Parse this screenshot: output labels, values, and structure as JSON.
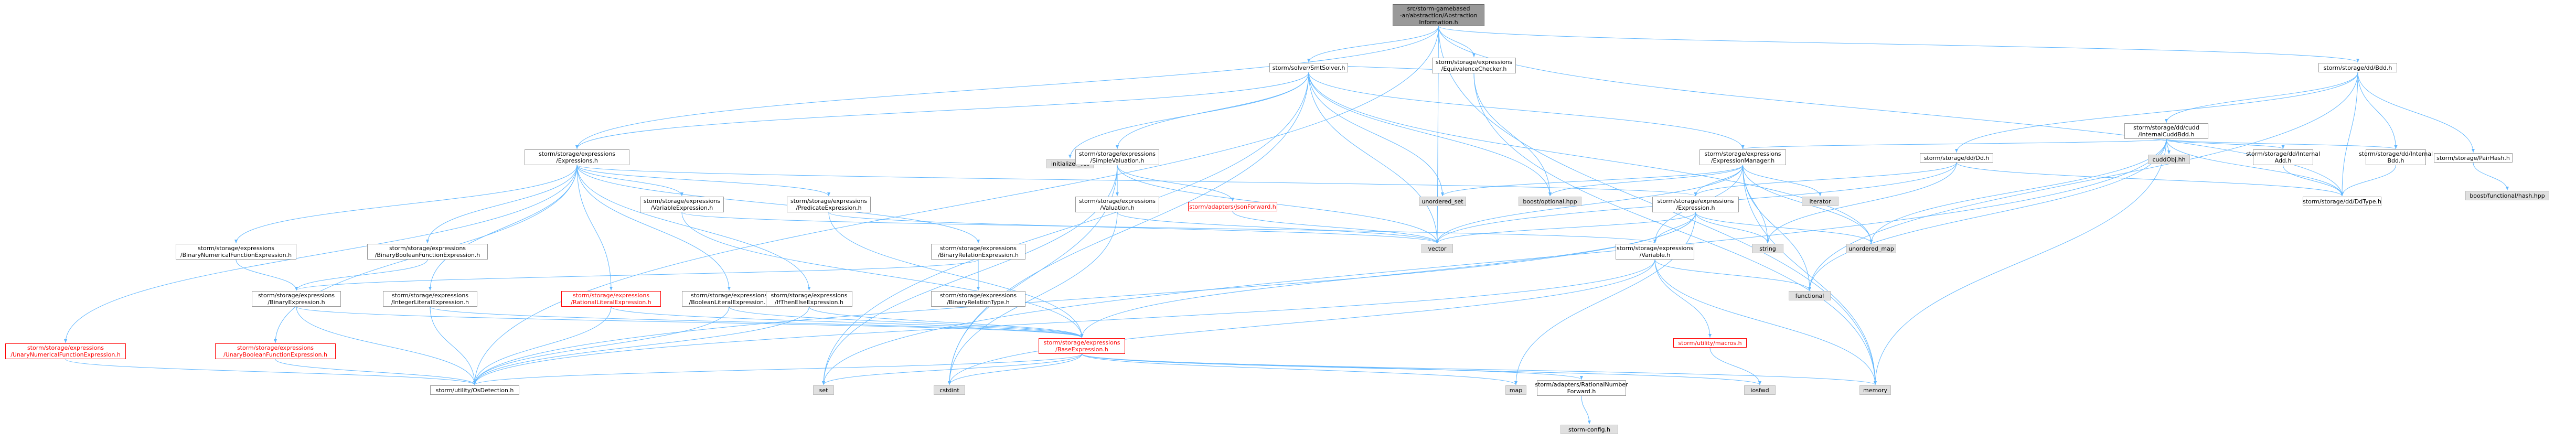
{
  "colors": {
    "edge": "#63b8ff",
    "node_border": "#999999",
    "ext_fill": "#e0e0e0",
    "root_fill": "#999999",
    "red_text": "#ff0000"
  },
  "nodes": [
    {
      "id": "root",
      "label": [
        "src/storm-gamebased",
        "-ar/abstraction/Abstraction",
        "Information.h"
      ],
      "kind": "root"
    },
    {
      "id": "equiv",
      "label": [
        "storm/storage/expressions",
        "/EquivalenceChecker.h"
      ],
      "kind": "doc"
    },
    {
      "id": "smt",
      "label": [
        "storm/solver/SmtSolver.h"
      ],
      "kind": "doc"
    },
    {
      "id": "ddbdd",
      "label": [
        "storm/storage/dd/Bdd.h"
      ],
      "kind": "doc"
    },
    {
      "id": "exprs",
      "label": [
        "storm/storage/expressions",
        "/Expressions.h"
      ],
      "kind": "doc"
    },
    {
      "id": "initlist",
      "label": [
        "initializer_list"
      ],
      "kind": "ext"
    },
    {
      "id": "simpleval",
      "label": [
        "storm/storage/expressions",
        "/SimpleValuation.h"
      ],
      "kind": "doc"
    },
    {
      "id": "unordset",
      "label": [
        "unordered_set"
      ],
      "kind": "ext"
    },
    {
      "id": "boostopt",
      "label": [
        "boost/optional.hpp"
      ],
      "kind": "ext"
    },
    {
      "id": "exprmgr",
      "label": [
        "storm/storage/expressions",
        "/ExpressionManager.h"
      ],
      "kind": "doc"
    },
    {
      "id": "cudd",
      "label": [
        "storm/storage/dd/cudd",
        "/InternalCuddBdd.h"
      ],
      "kind": "doc"
    },
    {
      "id": "ddh",
      "label": [
        "storm/storage/dd/Dd.h"
      ],
      "kind": "doc"
    },
    {
      "id": "cuddobj",
      "label": [
        "cuddObj.hh"
      ],
      "kind": "ext"
    },
    {
      "id": "intadd",
      "label": [
        "storm/storage/dd/Internal",
        "Add.h"
      ],
      "kind": "doc"
    },
    {
      "id": "intbdd",
      "label": [
        "storm/storage/dd/Internal",
        "Bdd.h"
      ],
      "kind": "doc"
    },
    {
      "id": "hash",
      "label": [
        "storm/storage/PairHash.h"
      ],
      "kind": "doc"
    },
    {
      "id": "boosthash",
      "label": [
        "boost/functional/hash.hpp"
      ],
      "kind": "ext"
    },
    {
      "id": "ddtype",
      "label": [
        "storm/storage/dd/DdType.h"
      ],
      "kind": "doc"
    },
    {
      "id": "iterator",
      "label": [
        "iterator"
      ],
      "kind": "ext"
    },
    {
      "id": "expression",
      "label": [
        "storm/storage/expressions",
        "/Expression.h"
      ],
      "kind": "doc"
    },
    {
      "id": "varexpr",
      "label": [
        "storm/storage/expressions",
        "/VariableExpression.h"
      ],
      "kind": "doc"
    },
    {
      "id": "predexpr",
      "label": [
        "storm/storage/expressions",
        "/PredicateExpression.h"
      ],
      "kind": "doc"
    },
    {
      "id": "valuation",
      "label": [
        "storm/storage/expressions",
        "/Valuation.h"
      ],
      "kind": "doc"
    },
    {
      "id": "jsonfwd",
      "label": [
        "storm/adapters/JsonForward.h"
      ],
      "kind": "red"
    },
    {
      "id": "vector",
      "label": [
        "vector"
      ],
      "kind": "ext"
    },
    {
      "id": "string",
      "label": [
        "string"
      ],
      "kind": "ext"
    },
    {
      "id": "unordmap",
      "label": [
        "unordered_map"
      ],
      "kind": "ext"
    },
    {
      "id": "binnum",
      "label": [
        "storm/storage/expressions",
        "/BinaryNumericalFunctionExpression.h"
      ],
      "kind": "doc"
    },
    {
      "id": "binbool",
      "label": [
        "storm/storage/expressions",
        "/BinaryBooleanFunctionExpression.h"
      ],
      "kind": "doc"
    },
    {
      "id": "binrel",
      "label": [
        "storm/storage/expressions",
        "/BinaryRelationExpression.h"
      ],
      "kind": "doc"
    },
    {
      "id": "variable",
      "label": [
        "storm/storage/expressions",
        "/Variable.h"
      ],
      "kind": "doc"
    },
    {
      "id": "binexpr",
      "label": [
        "storm/storage/expressions",
        "/BinaryExpression.h"
      ],
      "kind": "doc"
    },
    {
      "id": "intlit",
      "label": [
        "storm/storage/expressions",
        "/IntegerLiteralExpression.h"
      ],
      "kind": "doc"
    },
    {
      "id": "ratlit",
      "label": [
        "storm/storage/expressions",
        "/RationalLiteralExpression.h"
      ],
      "kind": "red"
    },
    {
      "id": "boollit",
      "label": [
        "storm/storage/expressions",
        "/BooleanLiteralExpression.h"
      ],
      "kind": "doc"
    },
    {
      "id": "ite",
      "label": [
        "storm/storage/expressions",
        "/IfThenElseExpression.h"
      ],
      "kind": "doc"
    },
    {
      "id": "binreltype",
      "label": [
        "storm/storage/expressions",
        "/BinaryRelationType.h"
      ],
      "kind": "doc"
    },
    {
      "id": "functional",
      "label": [
        "functional"
      ],
      "kind": "ext"
    },
    {
      "id": "unnum",
      "label": [
        "storm/storage/expressions",
        "/UnaryNumericalFunctionExpression.h"
      ],
      "kind": "red"
    },
    {
      "id": "unbool",
      "label": [
        "storm/storage/expressions",
        "/UnaryBooleanFunctionExpression.h"
      ],
      "kind": "red"
    },
    {
      "id": "baseexpr",
      "label": [
        "storm/storage/expressions",
        "/BaseExpression.h"
      ],
      "kind": "red"
    },
    {
      "id": "macros",
      "label": [
        "storm/utility/macros.h"
      ],
      "kind": "red"
    },
    {
      "id": "osdet",
      "label": [
        "storm/utility/OsDetection.h"
      ],
      "kind": "doc"
    },
    {
      "id": "set",
      "label": [
        "set"
      ],
      "kind": "ext"
    },
    {
      "id": "cstdint",
      "label": [
        "cstdint"
      ],
      "kind": "ext"
    },
    {
      "id": "map",
      "label": [
        "map"
      ],
      "kind": "ext"
    },
    {
      "id": "ratfwd",
      "label": [
        "storm/adapters/RationalNumber",
        "Forward.h"
      ],
      "kind": "doc"
    },
    {
      "id": "iosfwd",
      "label": [
        "iosfwd"
      ],
      "kind": "ext"
    },
    {
      "id": "memory",
      "label": [
        "memory"
      ],
      "kind": "ext"
    },
    {
      "id": "stormcfg",
      "label": [
        "storm-config.h"
      ],
      "kind": "ext"
    }
  ]
}
